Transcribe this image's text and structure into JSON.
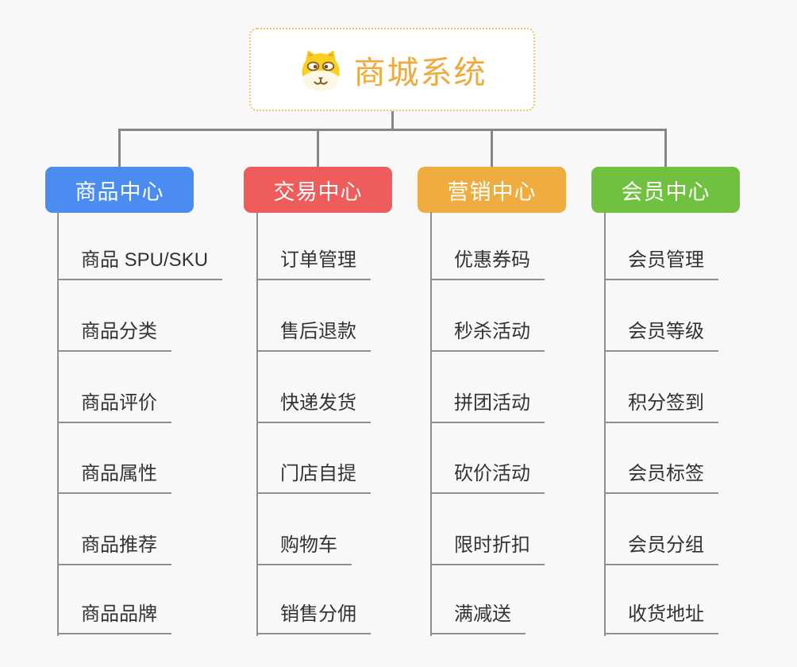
{
  "canvas": {
    "background": "#f8f8f8",
    "connector_color": "#868686",
    "underline_color": "#8f8f8f",
    "leaf_text_color": "#333333"
  },
  "root": {
    "label": "商城系统",
    "icon": "dog-face-icon",
    "text_color": "#f0a93c",
    "border_color": "#f2c469",
    "background": "#ffffff"
  },
  "branches": [
    {
      "label": "商品中心",
      "color": "#4b8cf0",
      "children": [
        "商品 SPU/SKU",
        "商品分类",
        "商品评价",
        "商品属性",
        "商品推荐",
        "商品品牌"
      ]
    },
    {
      "label": "交易中心",
      "color": "#ee5c5c",
      "children": [
        "订单管理",
        "售后退款",
        "快递发货",
        "门店自提",
        "购物车",
        "销售分佣"
      ]
    },
    {
      "label": "营销中心",
      "color": "#efad40",
      "children": [
        "优惠券码",
        "秒杀活动",
        "拼团活动",
        "砍价活动",
        "限时折扣",
        "满减送"
      ]
    },
    {
      "label": "会员中心",
      "color": "#70c13f",
      "children": [
        "会员管理",
        "会员等级",
        "积分签到",
        "会员标签",
        "会员分组",
        "收货地址"
      ]
    }
  ]
}
